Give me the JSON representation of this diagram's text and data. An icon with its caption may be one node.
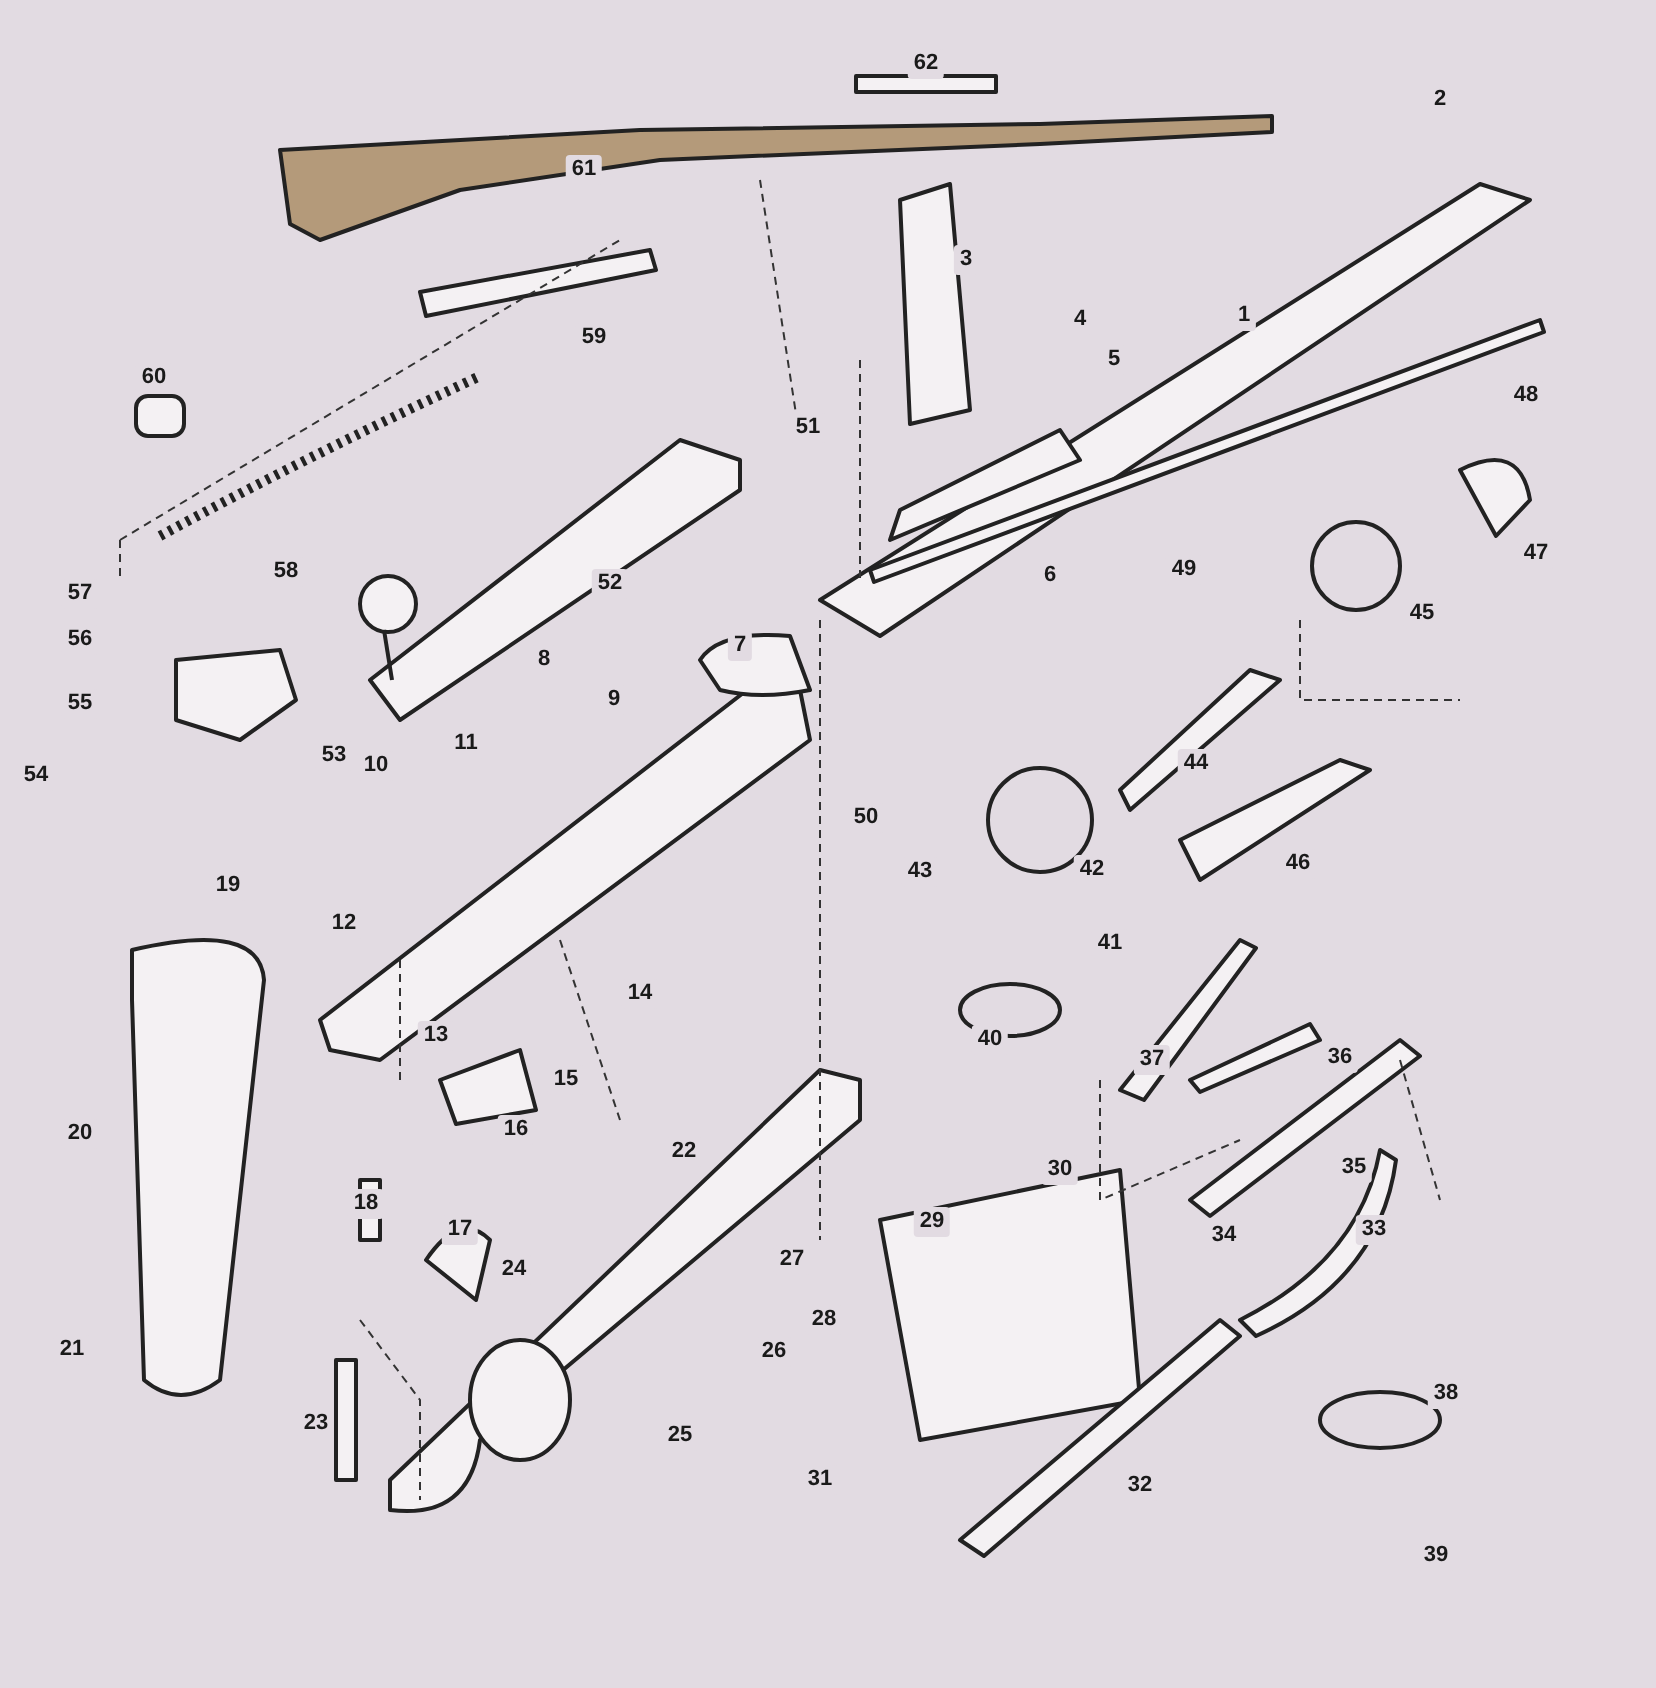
{
  "diagram": {
    "labels": [
      "1",
      "2",
      "3",
      "4",
      "5",
      "6",
      "7",
      "8",
      "9",
      "10",
      "11",
      "12",
      "13",
      "14",
      "15",
      "16",
      "17",
      "18",
      "19",
      "20",
      "21",
      "22",
      "23",
      "24",
      "25",
      "26",
      "27",
      "28",
      "29",
      "30",
      "31",
      "32",
      "33",
      "34",
      "35",
      "36",
      "37",
      "38",
      "39",
      "40",
      "41",
      "42",
      "43",
      "44",
      "45",
      "46",
      "47",
      "48",
      "49",
      "50",
      "51",
      "52",
      "53",
      "54",
      "55",
      "56",
      "57",
      "58",
      "59",
      "60",
      "61",
      "62"
    ]
  }
}
